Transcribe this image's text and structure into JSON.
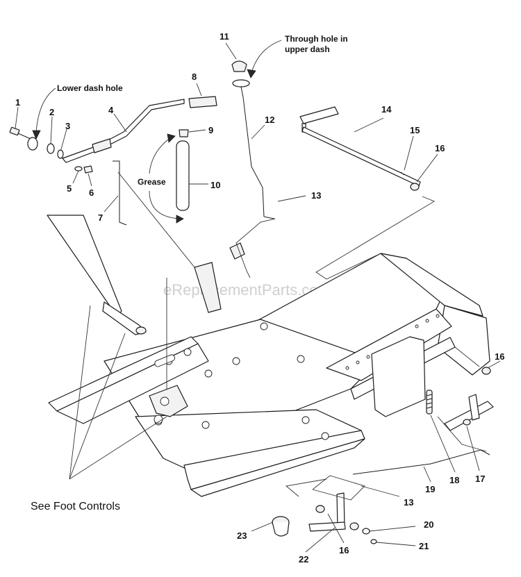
{
  "diagram": {
    "watermark": "eReplacementParts.com",
    "see_foot_controls": "See Foot Controls",
    "notes": {
      "lower_dash_hole": "Lower dash hole",
      "through_hole_line1": "Through hole in",
      "through_hole_line2": "upper dash",
      "grease": "Grease"
    },
    "callouts": [
      "1",
      "2",
      "3",
      "4",
      "5",
      "6",
      "7",
      "8",
      "9",
      "10",
      "11",
      "12",
      "13",
      "14",
      "15",
      "16",
      "17",
      "18",
      "19",
      "20",
      "21",
      "22",
      "23"
    ],
    "callouts_repeat": {
      "c13b": "13",
      "c16b": "16",
      "c16c": "16"
    }
  }
}
